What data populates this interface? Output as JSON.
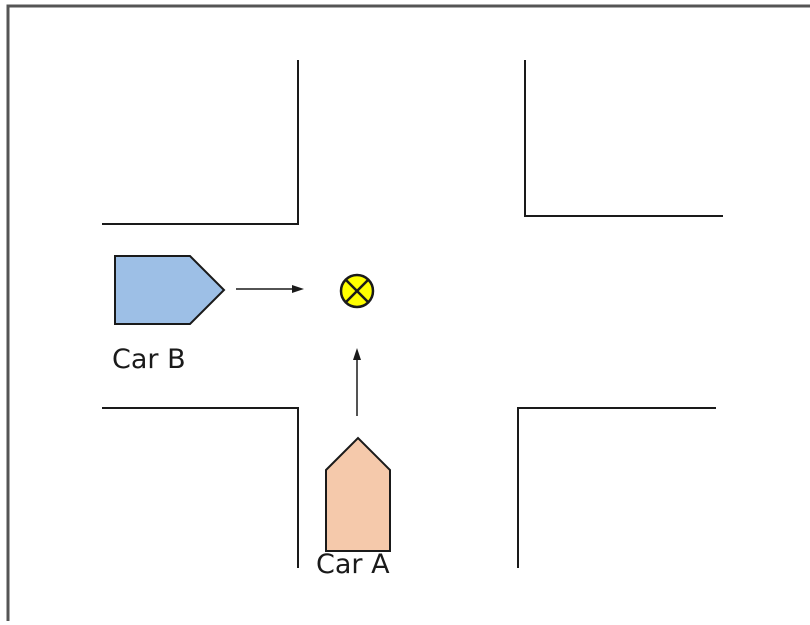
{
  "diagram": {
    "cars": [
      {
        "id": "car-b",
        "label": "Car B",
        "color": "#9dbfe6"
      },
      {
        "id": "car-a",
        "label": "Car A",
        "color": "#f5c9ab"
      }
    ],
    "collision_marker": {
      "icon": "crossed-circle-icon",
      "color": "#ffff00"
    },
    "colors": {
      "line": "#1a1a1a",
      "frame": "#555555",
      "background": "#ffffff"
    }
  }
}
